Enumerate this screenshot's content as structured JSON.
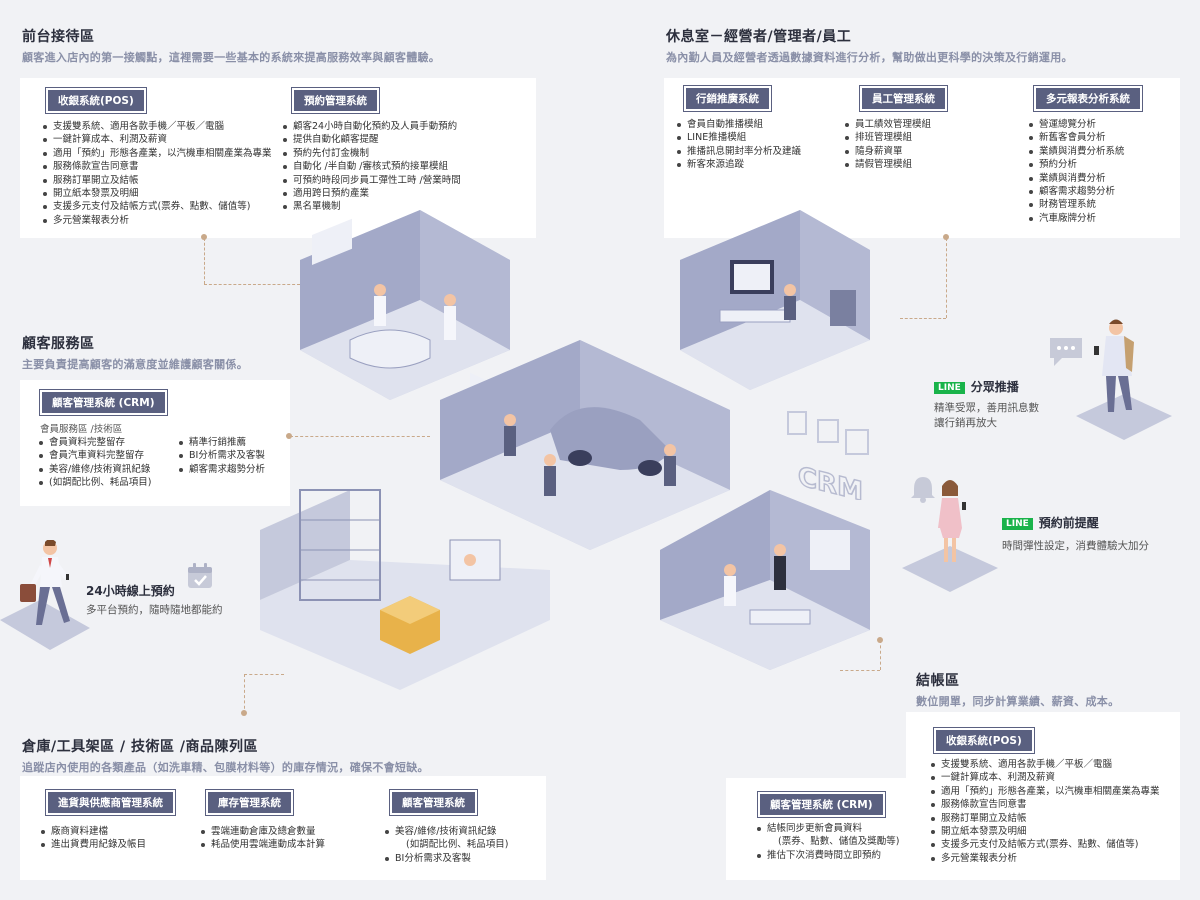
{
  "front_desk": {
    "title": "前台接待區",
    "subtitle": "顧客進入店內的第一接觸點，這裡需要一些基本的系統來提高服務效率與顧客體驗。",
    "pos": {
      "label": "收銀系統(POS)",
      "items": [
        "支援雙系統、適用各款手機／平板／電腦",
        "一鍵計算成本、利潤及薪資",
        "適用「預約」形態各產業，以汽機車相關產業為專業",
        "服務條款宣告同意書",
        "服務訂單開立及結帳",
        "開立紙本發票及明細",
        "支援多元支付及結帳方式(票券、點數、儲值等)",
        "多元營業報表分析"
      ]
    },
    "booking": {
      "label": "預約管理系統",
      "items": [
        "顧客24小時自動化預約及人員手動預約",
        "提供自動化顧客提醒",
        "預約先付訂金機制",
        "自動化 /半自動 /審核式預約接單模組",
        "可預約時段同步員工彈性工時 /營業時間",
        "適用跨日預約產業",
        "黑名單機制"
      ]
    }
  },
  "lounge": {
    "title": "休息室－經營者/管理者/員工",
    "subtitle": "為內勤人員及經營者透過數據資料進行分析，幫助做出更科學的決策及行銷運用。",
    "marketing": {
      "label": "行銷推廣系統",
      "items": [
        "會員自動推播模組",
        "LINE推播模組",
        "推播訊息開封率分析及建議",
        "新客來源追蹤"
      ]
    },
    "staff": {
      "label": "員工管理系統",
      "items": [
        "員工績效管理模組",
        "排班管理模組",
        "隨身薪資單",
        "請假管理模組"
      ]
    },
    "reports": {
      "label": "多元報表分析系統",
      "items": [
        "營運總覽分析",
        "新舊客會員分析",
        "業績與消費分析系統",
        "預約分析",
        "業績與消費分析",
        "顧客需求趨勢分析",
        "財務管理系統",
        "汽車廠牌分析"
      ]
    }
  },
  "customer_service": {
    "title": "顧客服務區",
    "subtitle": "主要負責提高顧客的滿意度並維護顧客關係。",
    "crm": {
      "label": "顧客管理系統 (CRM)",
      "sub_label": "會員服務區 /技術區",
      "col1": [
        "會員資料完整留存",
        "會員汽車資料完整留存",
        "美容/維修/技術資訊紀錄"
      ],
      "col1_cont": "(如調配比例、耗品項目)",
      "col2": [
        "精準行銷推薦",
        "BI分析需求及客製",
        "顧客需求趨勢分析"
      ]
    }
  },
  "online_booking": {
    "title": "24小時線上預約",
    "desc": "多平台預約，隨時隨地都能約"
  },
  "line_push": {
    "tag": "LINE",
    "title": "分眾推播",
    "desc1": "精準受眾，善用訊息數",
    "desc2": "讓行銷再放大"
  },
  "line_remind": {
    "tag": "LINE",
    "title": "預約前提醒",
    "desc": "時間彈性設定，消費體驗大加分"
  },
  "crm_stamp": "CRM",
  "warehouse": {
    "title": "倉庫/工具架區 / 技術區 /商品陳列區",
    "subtitle": "追蹤店內使用的各類產品（如洗車精、包膜材料等）的庫存情況，確保不會短缺。",
    "supply": {
      "label": "進貨與供應商管理系統",
      "items": [
        "廠商資料建檔",
        "進出貨費用紀錄及帳目"
      ]
    },
    "inventory": {
      "label": "庫存管理系統",
      "items": [
        "雲端連動倉庫及總倉數量",
        "耗品使用雲端連動成本計算"
      ]
    },
    "customer": {
      "label": "顧客管理系統",
      "items": [
        "美容/維修/技術資訊紀錄",
        "BI分析需求及客製"
      ],
      "cont": "(如調配比例、耗品項目)"
    }
  },
  "checkout": {
    "title": "結帳區",
    "subtitle": "數位開單，同步計算業績、薪資、成本。",
    "crm": {
      "label": "顧客管理系統 (CRM)",
      "items": [
        "結帳同步更新會員資料",
        "推估下次消費時間立即預約"
      ],
      "cont": "(票券、點數、儲值及獎勵等)"
    },
    "pos": {
      "label": "收銀系統(POS)",
      "items": [
        "支援雙系統、適用各款手機／平板／電腦",
        "一鍵計算成本、利潤及薪資",
        "適用「預約」形態各產業，以汽機車相關產業為專業",
        "服務條款宣告同意書",
        "服務訂單開立及結帳",
        "開立紙本發票及明細",
        "支援多元支付及結帳方式(票券、點數、儲值等)",
        "多元營業報表分析"
      ]
    }
  },
  "colors": {
    "badge": "#5a6080",
    "line_green": "#19b34a",
    "room_floor": "#c9cde0",
    "room_wall": "#8c92b4",
    "accent_box": "#e8b24a"
  }
}
